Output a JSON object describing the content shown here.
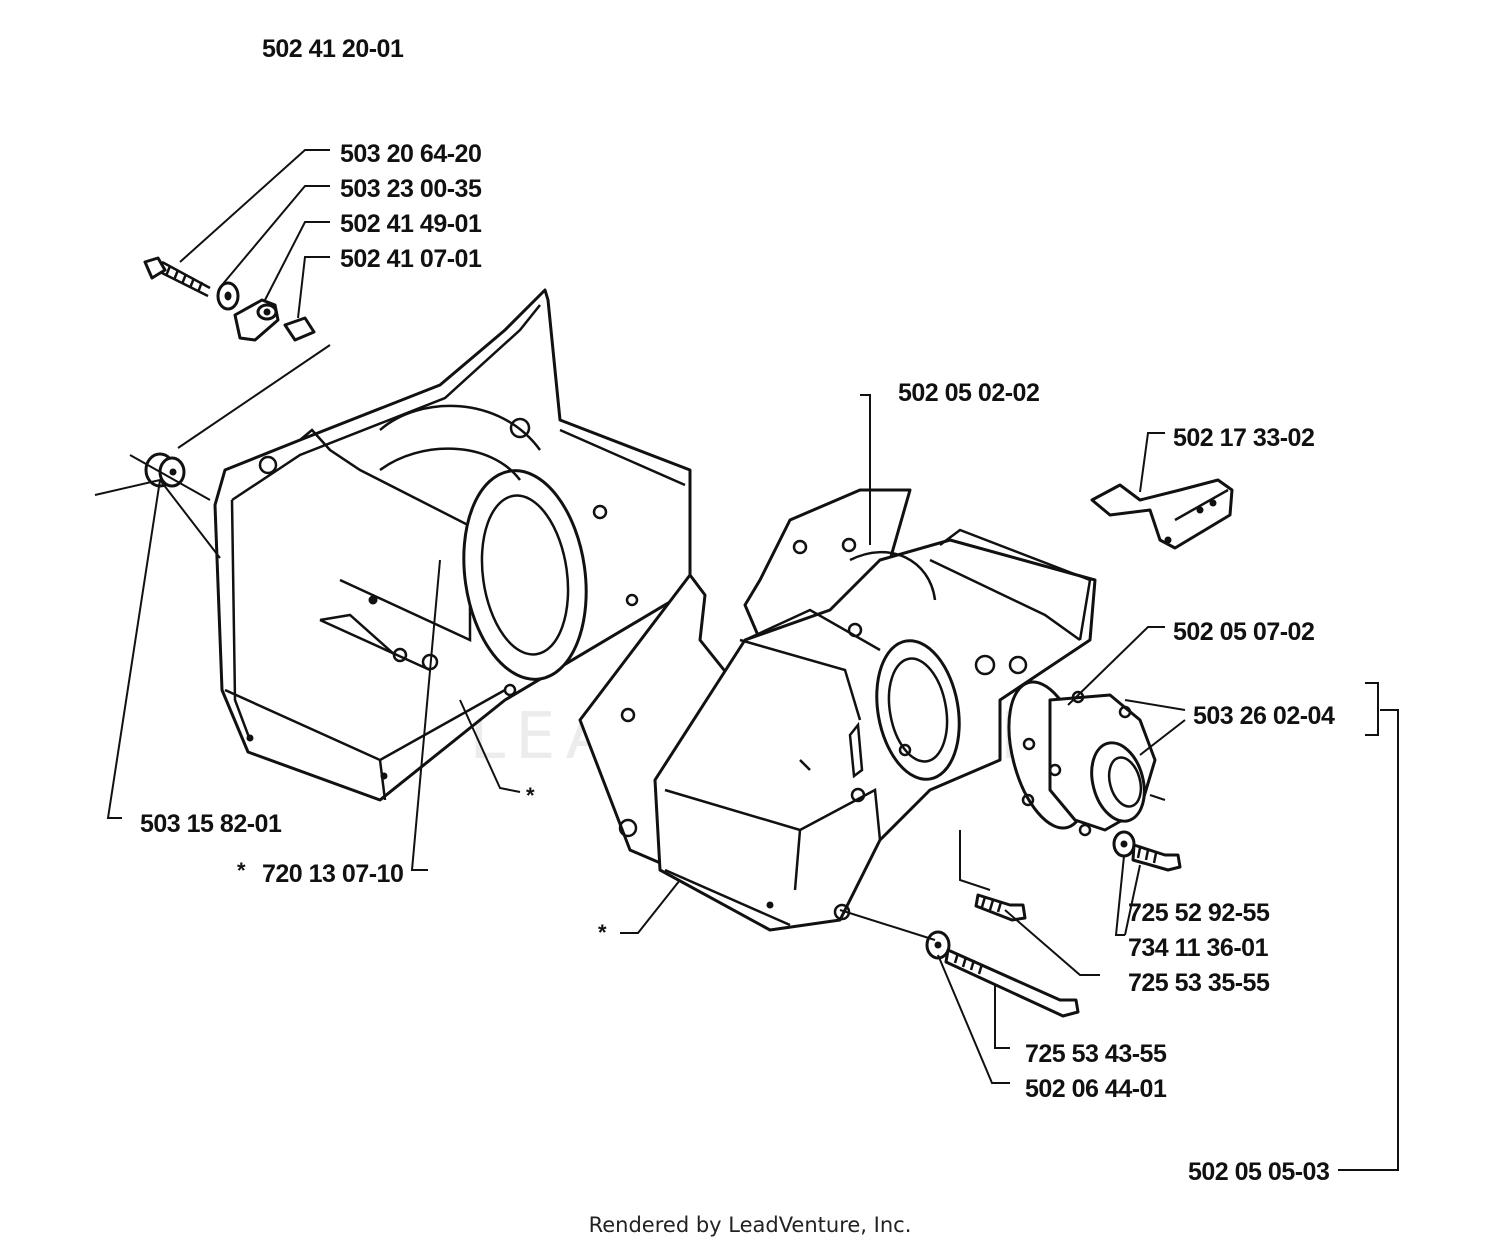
{
  "assembly_number": "502 41 20-01",
  "watermark": "LEADVENTURE",
  "footer_text": "Rendered by LeadVenture, Inc.",
  "callouts": [
    {
      "id": "c1",
      "text": "503 20 64-20"
    },
    {
      "id": "c2",
      "text": "503 23 00-35"
    },
    {
      "id": "c3",
      "text": "502 41 49-01"
    },
    {
      "id": "c4",
      "text": "502 41 07-01"
    },
    {
      "id": "c5",
      "text": "502 05 02-02"
    },
    {
      "id": "c6",
      "text": "502 17 33-02"
    },
    {
      "id": "c7",
      "text": "502 05 07-02"
    },
    {
      "id": "c8",
      "text": "503 26 02-04"
    },
    {
      "id": "c9",
      "text": "503 15 82-01"
    },
    {
      "id": "c10",
      "text": "720 13 07-10",
      "prefix": "*"
    },
    {
      "id": "c11",
      "text": "725 52 92-55"
    },
    {
      "id": "c12",
      "text": "734 11 36-01"
    },
    {
      "id": "c13",
      "text": "725 53 35-55"
    },
    {
      "id": "c14",
      "text": "725 53 43-55"
    },
    {
      "id": "c15",
      "text": "502 06 44-01"
    },
    {
      "id": "c16",
      "text": "502 05 05-03"
    }
  ],
  "asterisk_marks": [
    "*",
    "*"
  ]
}
